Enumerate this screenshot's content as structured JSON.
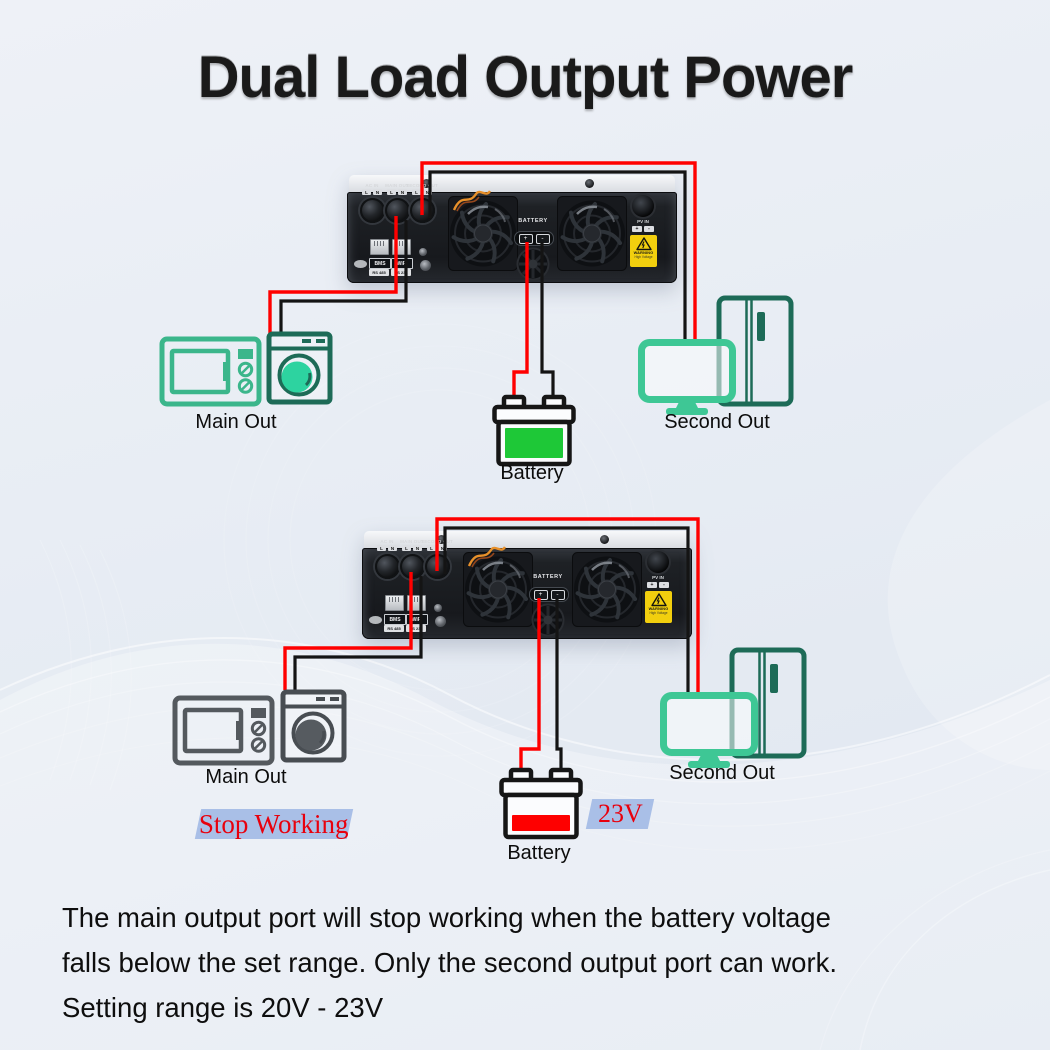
{
  "title": "Dual Load Output Power",
  "description": [
    "The main output port will stop working when the battery voltage",
    "falls below the set range. Only the second output port can work.",
    "Setting range is 20V - 23V"
  ],
  "device": {
    "ac_in": "AC IN",
    "main_out": "MAIN OUT",
    "second_out": "SECOND OUT",
    "live": "L",
    "neutral": "N",
    "battery": "BATTERY",
    "plus": "+",
    "minus": "-",
    "pv_in": "PV IN",
    "bms": "BMS",
    "wifi": "WiFi",
    "rs485": "RS 485",
    "rs232": "RS 232",
    "warning": "WARNING",
    "high_voltage": "High Voltage"
  },
  "diagram_normal": {
    "main_out": "Main Out",
    "battery": "Battery",
    "second_out": "Second Out",
    "battery_state": "full"
  },
  "diagram_low_battery": {
    "main_out": "Main Out",
    "battery": "Battery",
    "second_out": "Second Out",
    "status": "Stop Working",
    "voltage": "23V",
    "battery_state": "low"
  },
  "colors": {
    "wire_live": "#ff0000",
    "wire_neutral": "#141414",
    "appliance_teal": "#3bb68b",
    "appliance_teal_dark": "#1d6b57",
    "appliance_accent": "#2dd3a0",
    "appliance_accent2": "#3ec795",
    "appliance_gray": "#54595e",
    "battery_full": "#1ec837",
    "battery_low": "#fe0000",
    "badge_bg": "#a9bfe7",
    "badge_text": "#e8000d",
    "warning_yellow": "#f2cf0e"
  }
}
